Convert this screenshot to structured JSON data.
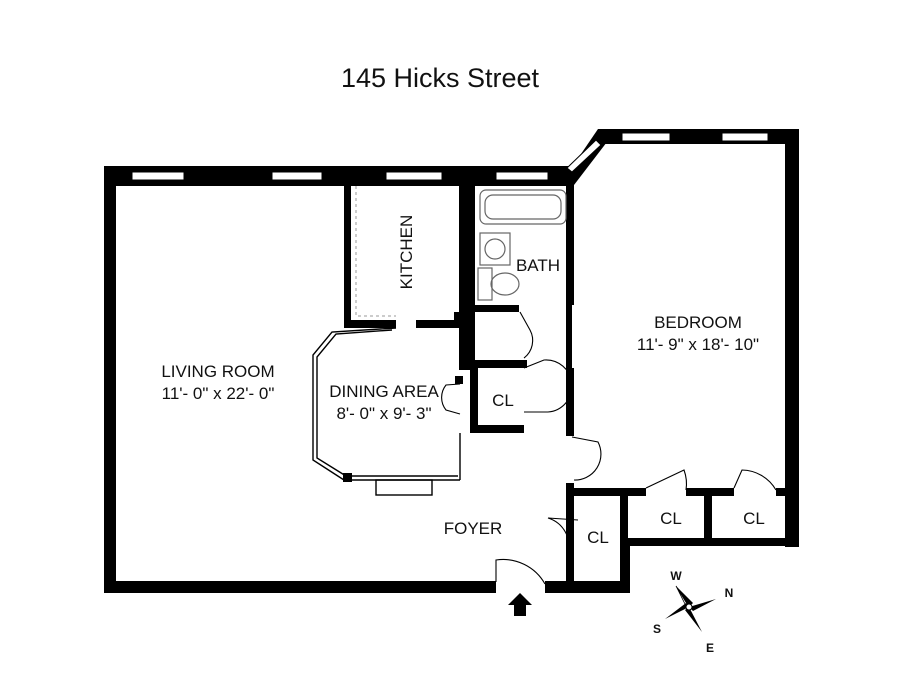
{
  "title": "145 Hicks Street",
  "rooms": {
    "living": {
      "name": "LIVING ROOM",
      "dims": "11'- 0\" x 22'- 0\""
    },
    "dining": {
      "name": "DINING AREA",
      "dims": "8'- 0\" x 9'- 3\""
    },
    "kitchen": {
      "name": "KITCHEN"
    },
    "bath": {
      "name": "BATH"
    },
    "bedroom": {
      "name": "BEDROOM",
      "dims": "11'- 9\" x 18'- 10\""
    },
    "foyer": {
      "name": "FOYER"
    },
    "closets": [
      "CL",
      "CL",
      "CL",
      "CL"
    ]
  },
  "compass": {
    "n": "N",
    "s": "S",
    "e": "E",
    "w": "W"
  },
  "colors": {
    "wall": "#000000",
    "window": "#ffffff",
    "fixture": "#888888"
  }
}
